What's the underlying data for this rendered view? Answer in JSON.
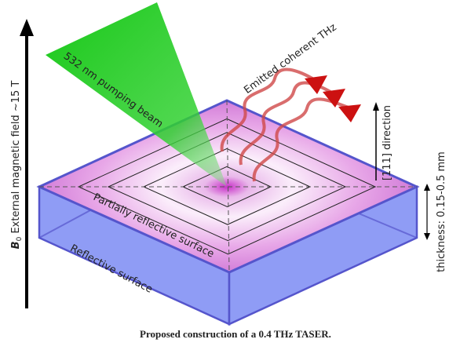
{
  "labels": {
    "magnetic_field_symbol": "B",
    "magnetic_field_subscript": "0",
    "magnetic_field": " External magnetic field ~15 T",
    "pumping_beam": "532 nm pumping beam",
    "emitted": "Emitted coherent THz",
    "direction": "[111] direction",
    "thickness": "thickness: 0.15-0.5 mm",
    "partial_surface": "Partially reflective surface",
    "reflective_surface": "Reflective surface"
  },
  "caption": "Proposed construction of a 0.4 THz TASER.",
  "colors": {
    "beam": "#22cc22",
    "box_side": "#8f9cf5",
    "box_edge": "#5555cc",
    "glow": "#cc33cc",
    "wave": "#d04848",
    "arrowhead": "#cc1111"
  }
}
